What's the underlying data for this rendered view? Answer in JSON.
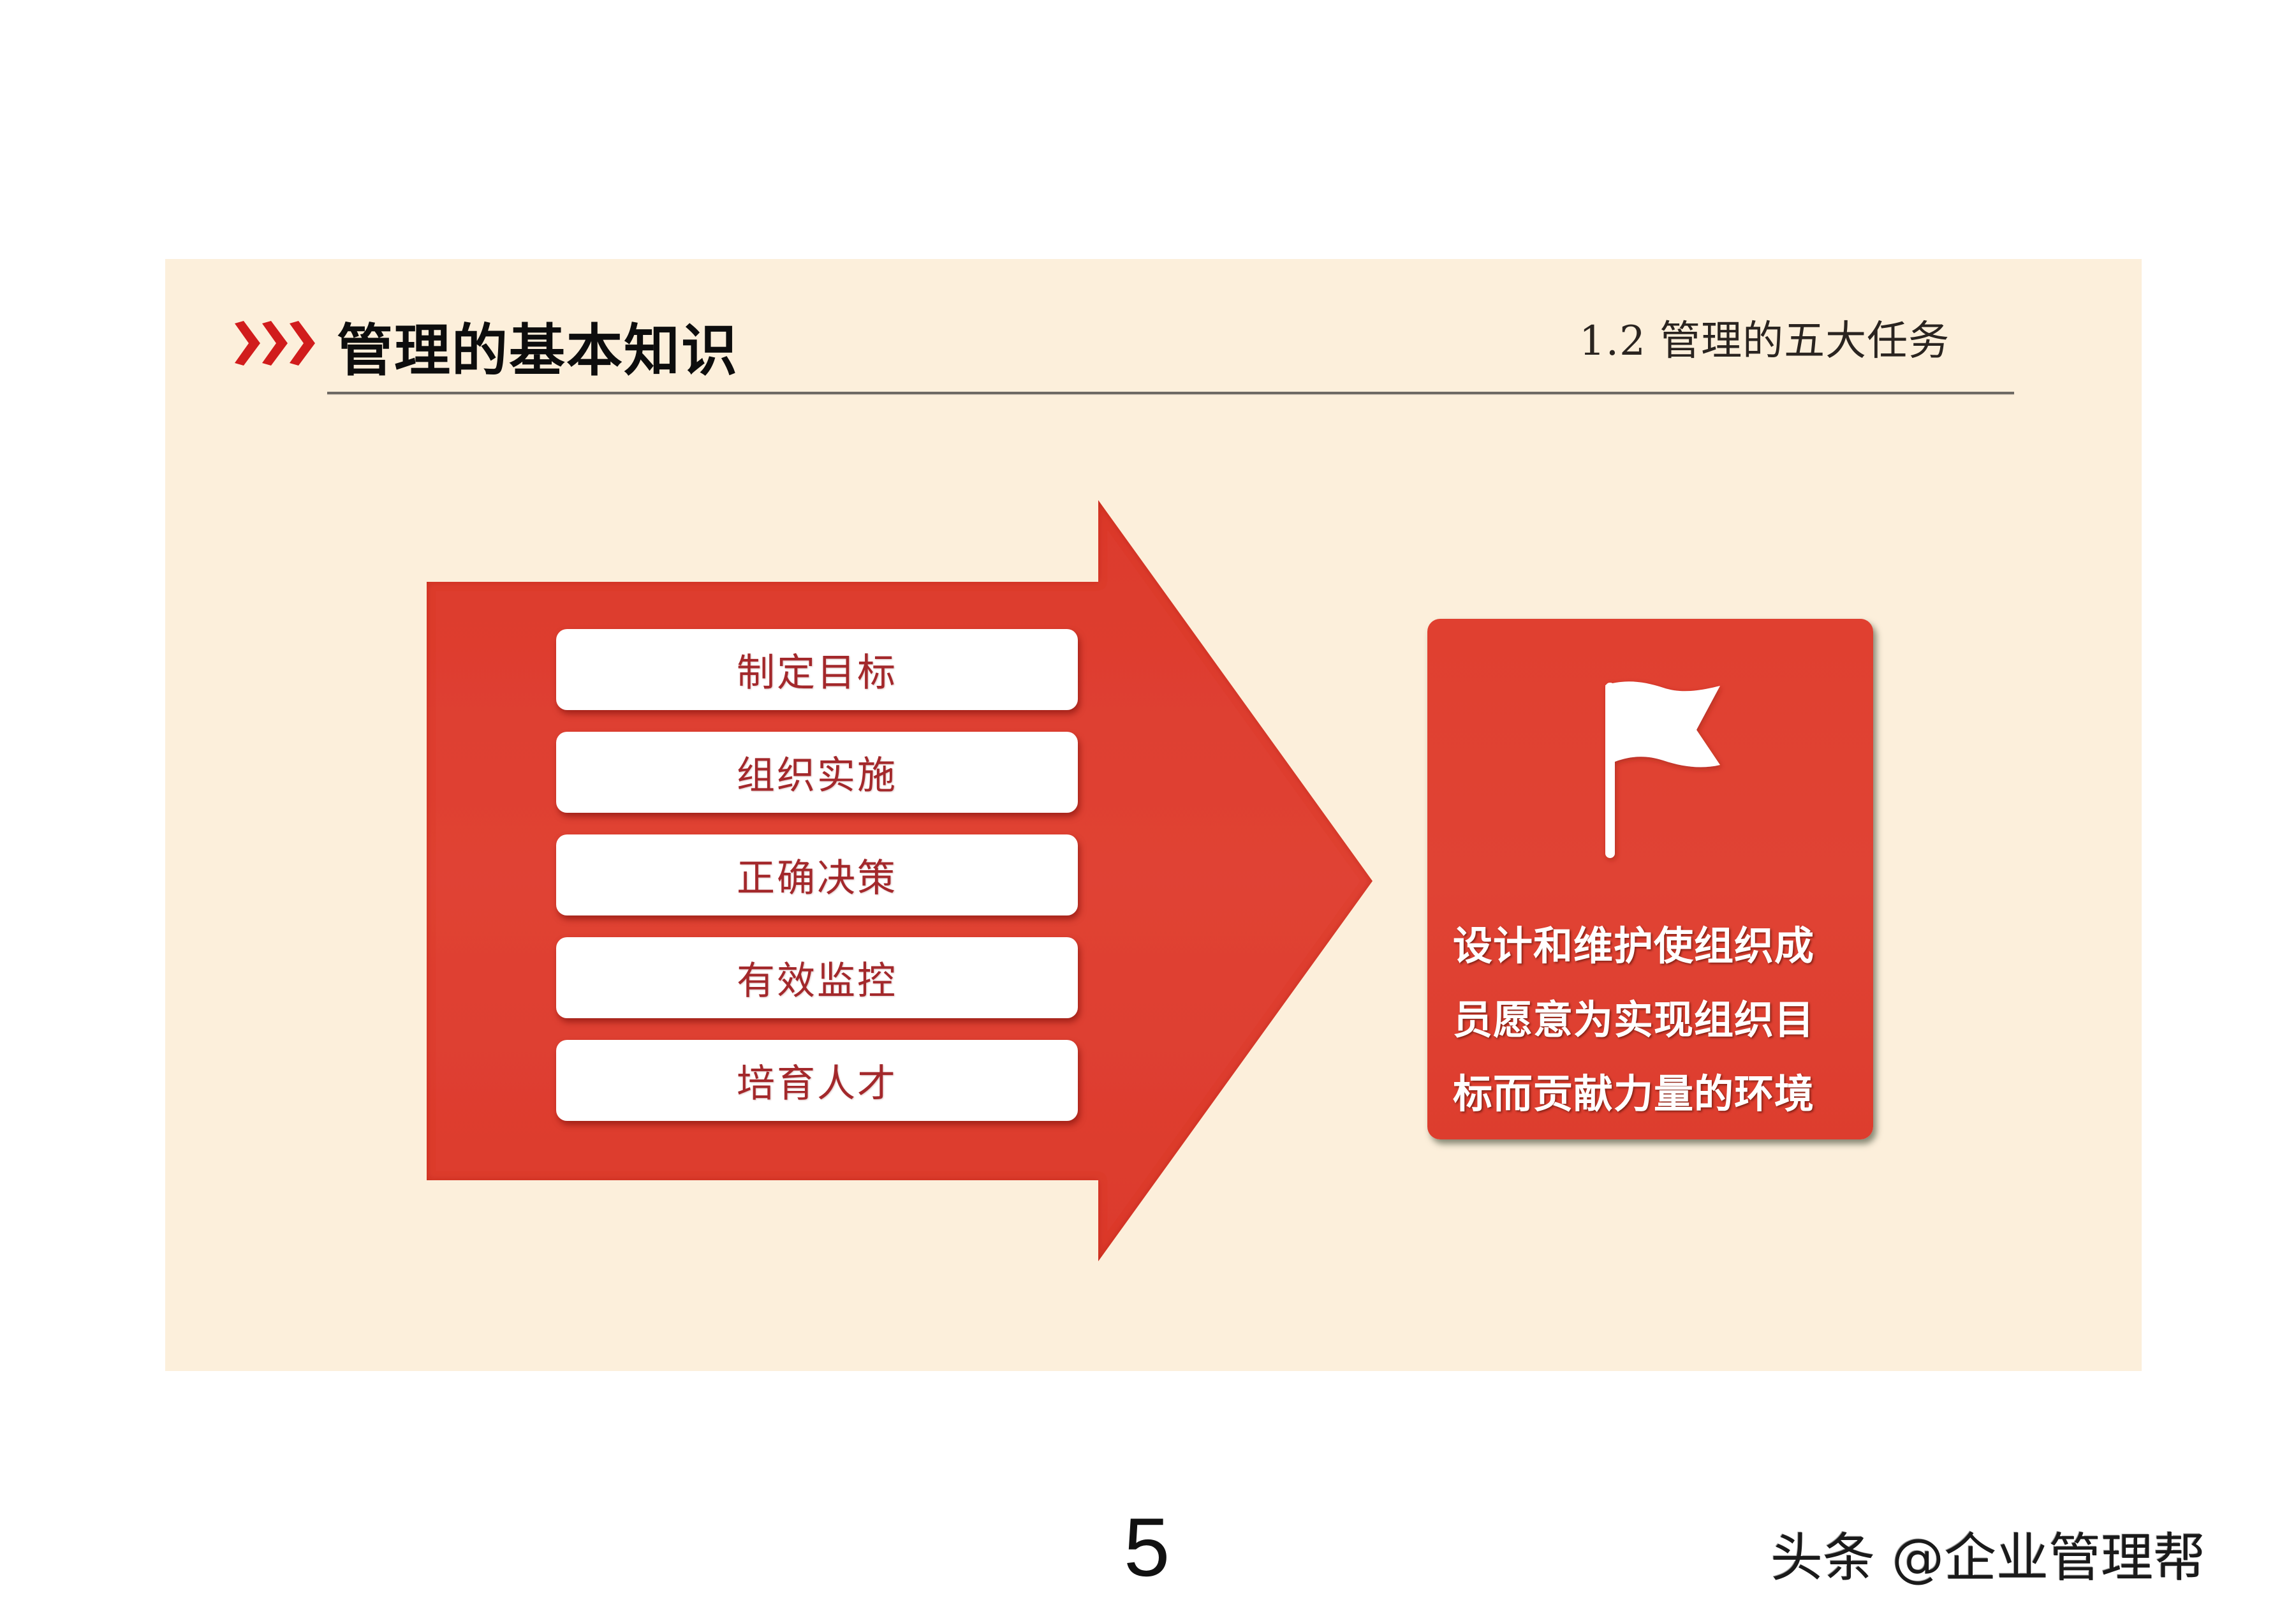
{
  "slide": {
    "title": "管理的基本知识",
    "section": "1.2 管理的五大任务",
    "colors": {
      "background": "#fcefdb",
      "accent_red": "#de4032",
      "card_red": "#e04233",
      "button_text": "#a3282b",
      "chevron_red": "#d11c1c"
    }
  },
  "tasks": [
    {
      "label": "制定目标"
    },
    {
      "label": "组织实施"
    },
    {
      "label": "正确决策"
    },
    {
      "label": "有效监控"
    },
    {
      "label": "培育人才"
    }
  ],
  "goal_card": {
    "icon": "flag-icon",
    "lines": [
      "设计和维护使组织成",
      "员愿意为实现组织目",
      "标而贡献力量的环境"
    ]
  },
  "footer": {
    "page_number": "5",
    "watermark": "头条 @企业管理帮"
  }
}
